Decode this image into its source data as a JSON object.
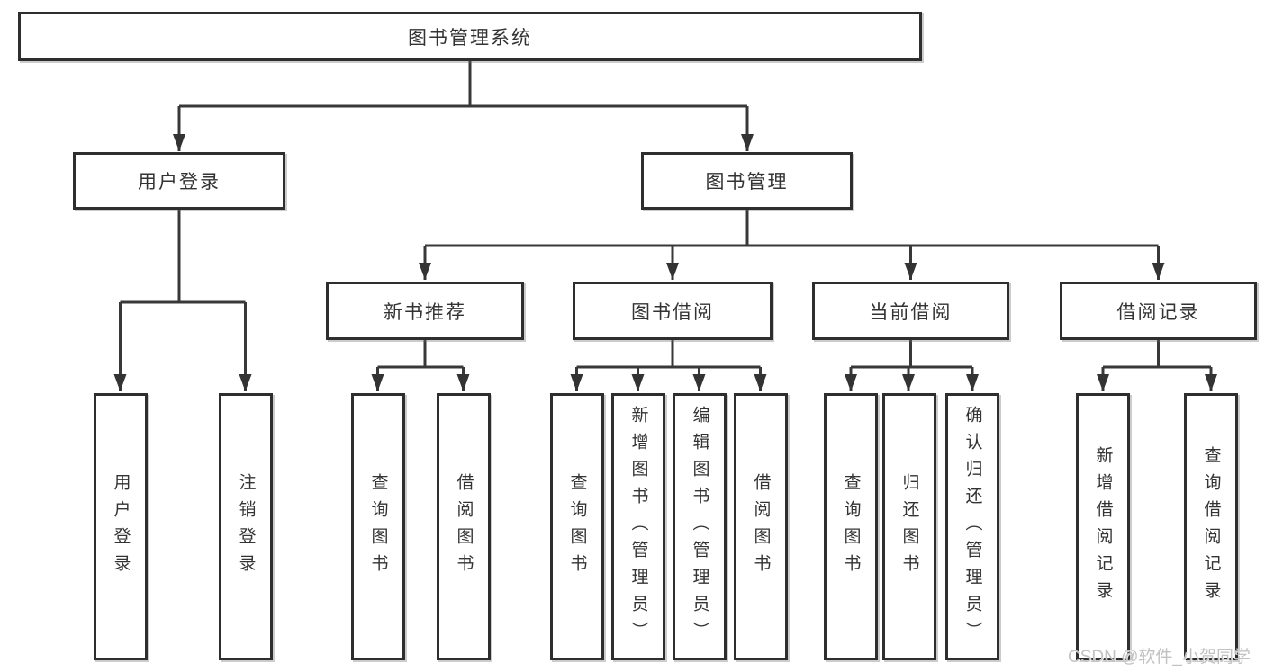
{
  "tree": {
    "label": "图书管理系统",
    "children": [
      {
        "label": "用户登录",
        "children": [
          {
            "label": "用户登录"
          },
          {
            "label": "注销登录"
          }
        ]
      },
      {
        "label": "图书管理",
        "children": [
          {
            "label": "新书推荐",
            "children": [
              {
                "label": "查询图书"
              },
              {
                "label": "借阅图书"
              }
            ]
          },
          {
            "label": "图书借阅",
            "children": [
              {
                "label": "查询图书"
              },
              {
                "label": "新增图书（管理员）"
              },
              {
                "label": "编辑图书（管理员）"
              },
              {
                "label": "借阅图书"
              }
            ]
          },
          {
            "label": "当前借阅",
            "children": [
              {
                "label": "查询图书"
              },
              {
                "label": "归还图书"
              },
              {
                "label": "确认归还（管理员）"
              }
            ]
          },
          {
            "label": "借阅记录",
            "children": [
              {
                "label": "新增借阅记录"
              },
              {
                "label": "查询借阅记录"
              }
            ]
          }
        ]
      }
    ]
  },
  "watermark": "CSDN @软件_小贺同学",
  "colors": {
    "line": "#383838",
    "box_border": "#2e2e2e",
    "text": "#333333",
    "watermark": "#c2c2c2",
    "background": "#ffffff"
  }
}
